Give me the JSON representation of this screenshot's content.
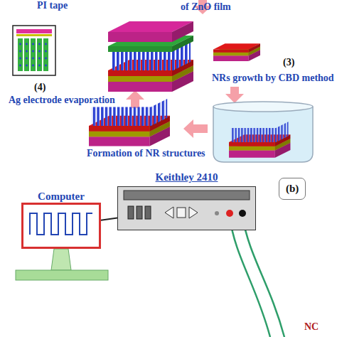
{
  "diagram": {
    "nodes": [
      {
        "text": [
          "Computer"
        ]
      },
      {
        "text": [
          "Keithley 2410"
        ]
      }
    ],
    "edges": [
      {
        "from": 0,
        "to": 1,
        "arrow": "none"
      }
    ],
    "labels": [
      "PI tape",
      "of ZnO film",
      "(3)",
      "NRs growth by CBD method",
      "(4)",
      "Ag electrode evaporation",
      "Formation of NR structures",
      "(b)",
      "NC"
    ]
  }
}
